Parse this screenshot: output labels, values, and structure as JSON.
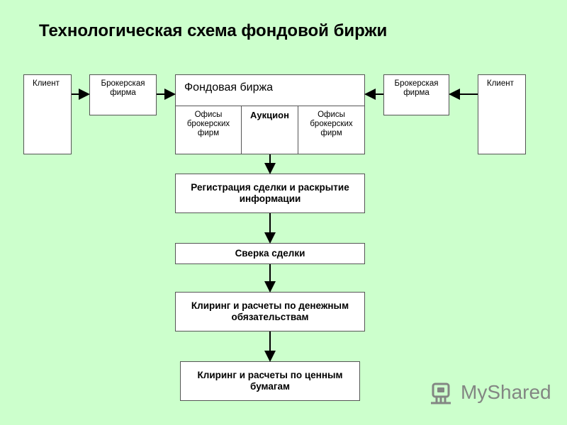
{
  "title": "Технологическая схема фондовой биржи",
  "left_client": "Клиент",
  "left_broker": [
    "Брокерская",
    "фирма"
  ],
  "right_client": "Клиент",
  "right_broker": [
    "Брокерская",
    "фирма"
  ],
  "stock_exchange": {
    "title": "Фондовая биржа",
    "left_office": [
      "Офисы",
      "брокерских",
      "фирм"
    ],
    "auction": "Аукцион",
    "right_office": [
      "Офисы",
      "брокерских",
      "фирм"
    ]
  },
  "steps": [
    [
      "Регистрация сделки и раскрытие",
      "информации"
    ],
    [
      "Сверка сделки"
    ],
    [
      "Клиринг и расчеты по денежным",
      "обязательствам"
    ],
    [
      "Клиринг и расчеты по ценным",
      "бумагам"
    ]
  ],
  "watermark": {
    "text": "MyShared",
    "logo": "myshared-logo"
  }
}
